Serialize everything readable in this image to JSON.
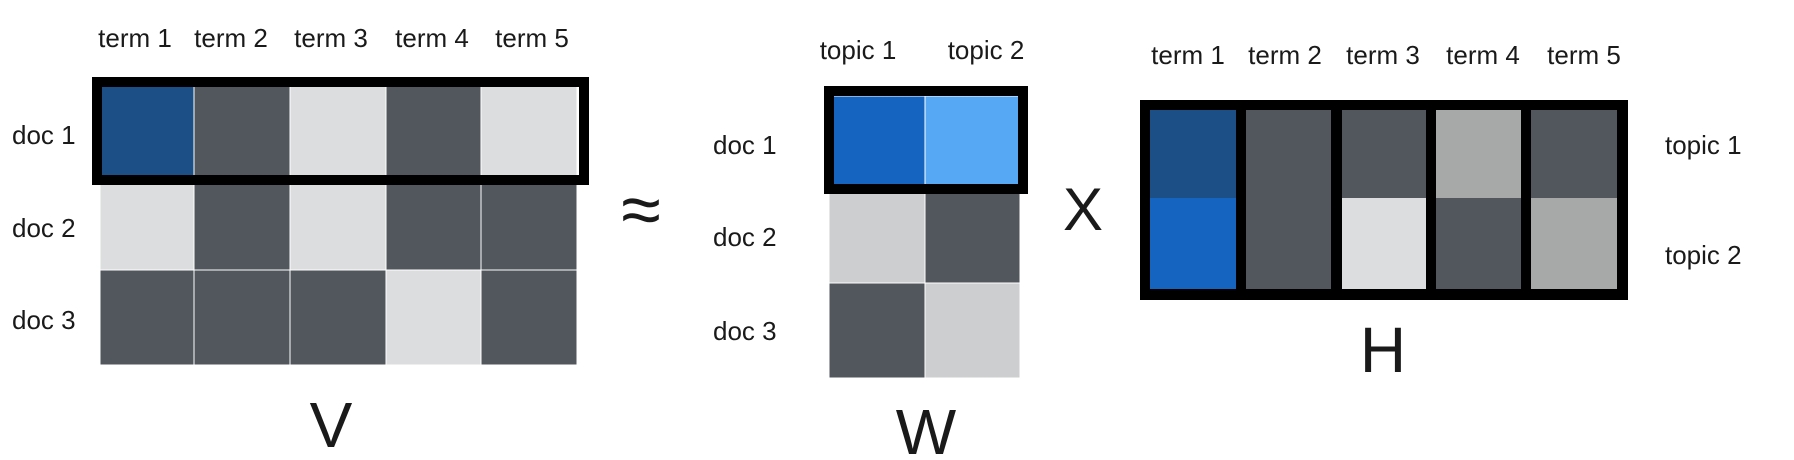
{
  "colors": {
    "dark_gray": "#52575e",
    "light_gray": "#dcdddf",
    "mid_gray": "#cdcecf",
    "silver": "#a7a8a8",
    "navy": "#1c4f85",
    "blue": "#1565c0",
    "sky_blue": "#56a8f5",
    "outline": "#000000"
  },
  "V": {
    "label": "V",
    "col_labels": [
      "term 1",
      "term 2",
      "term 3",
      "term 4",
      "term 5"
    ],
    "row_labels": [
      "doc 1",
      "doc 2",
      "doc 3"
    ],
    "cells": [
      [
        "navy",
        "dark_gray",
        "light_gray",
        "dark_gray",
        "light_gray"
      ],
      [
        "light_gray",
        "dark_gray",
        "light_gray",
        "dark_gray",
        "dark_gray"
      ],
      [
        "dark_gray",
        "dark_gray",
        "dark_gray",
        "light_gray",
        "dark_gray"
      ]
    ],
    "highlighted_row": 0
  },
  "approx_symbol": "≈",
  "W": {
    "label": "W",
    "col_labels": [
      "topic 1",
      "topic 2"
    ],
    "row_labels": [
      "doc 1",
      "doc 2",
      "doc 3"
    ],
    "cells": [
      [
        "blue",
        "sky_blue"
      ],
      [
        "mid_gray",
        "dark_gray"
      ],
      [
        "dark_gray",
        "mid_gray"
      ]
    ],
    "highlighted_row": 0
  },
  "times_symbol": "X",
  "H": {
    "label": "H",
    "col_labels": [
      "term 1",
      "term 2",
      "term 3",
      "term 4",
      "term 5"
    ],
    "row_labels": [
      "topic 1",
      "topic 2"
    ],
    "cells": [
      [
        "navy",
        "dark_gray",
        "dark_gray",
        "silver",
        "dark_gray"
      ],
      [
        "blue",
        "dark_gray",
        "light_gray",
        "dark_gray",
        "silver"
      ]
    ],
    "highlighted_columns": [
      0,
      1,
      2,
      3,
      4
    ]
  }
}
